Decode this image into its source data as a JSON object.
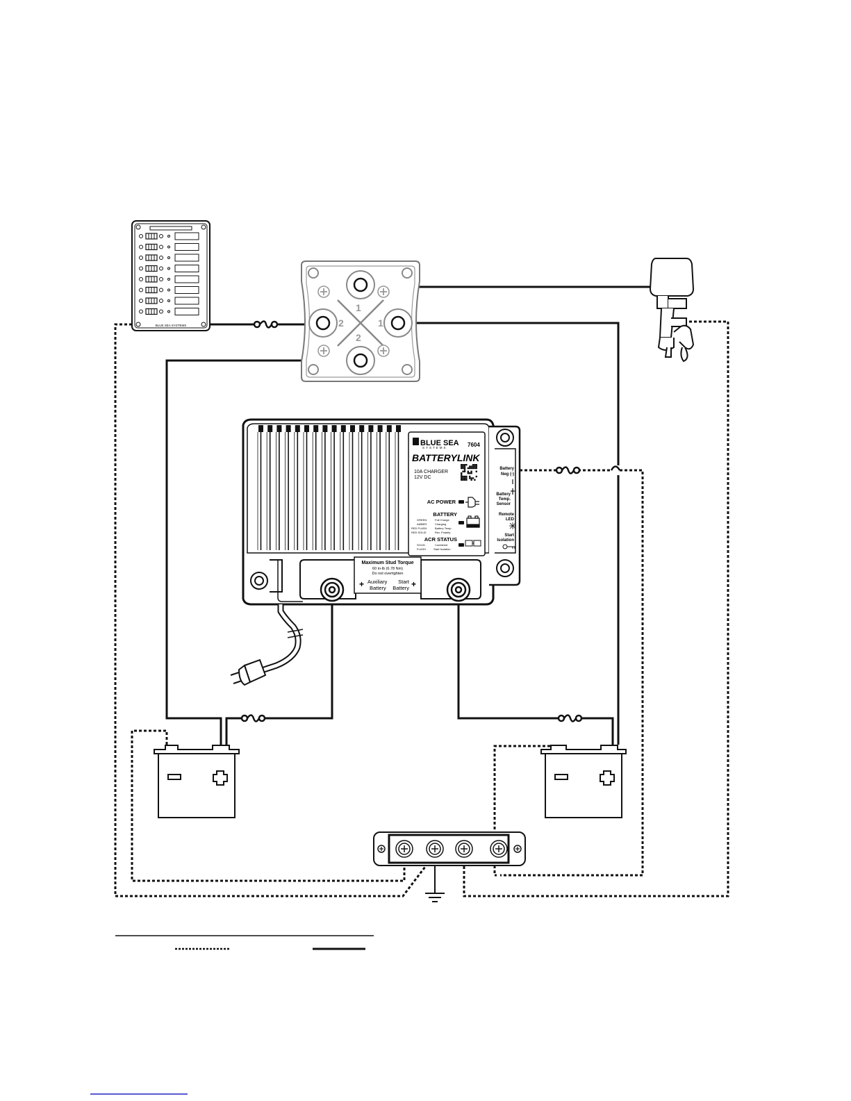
{
  "charger": {
    "brand_line1": "BLUE SEA",
    "brand_line2": "SYSTEMS",
    "model": "7604",
    "product": "BATTERYLINK",
    "rating1": "10A CHARGER",
    "rating2": "12V DC",
    "ac_power": "AC POWER",
    "battery": "BATTERY",
    "battery_green": "GREEN",
    "battery_green_desc": "Full Charge",
    "battery_amber": "AMBER",
    "battery_amber_desc": "Charging",
    "battery_red_flash": "RED FLASH",
    "battery_red_flash_desc": "Battery Temp.",
    "battery_red_solid": "RED SOLID",
    "battery_red_solid_desc": "Rev. Polarity",
    "acr_status": "ACR STATUS",
    "acr_solid": "SOLID",
    "acr_solid_desc": "Combined",
    "acr_flash": "FLASH",
    "acr_flash_desc": "Start Isolation",
    "torque_title": "Maximum Stud Torque",
    "torque_value": "60 in-lb (6.78 Nm)",
    "torque_note": "Do not overtighten",
    "aux_battery_1": "Auxiliary",
    "aux_battery_2": "Battery",
    "start_battery_1": "Start",
    "start_battery_2": "Battery",
    "side_neg_1": "Battery",
    "side_neg_2": "Neg (-)",
    "side_temp_1": "Battery",
    "side_temp_2": "Temp.",
    "side_temp_3": "Sensor",
    "side_led_1": "Remote",
    "side_led_2": "LED",
    "side_iso_1": "Start",
    "side_iso_2": "Isolation"
  },
  "switch": {
    "pos_top": "1",
    "pos_left": "2",
    "pos_right": "1",
    "pos_bottom": "2"
  },
  "panel": {
    "brand": "BLUE SEA SYSTEMS"
  }
}
